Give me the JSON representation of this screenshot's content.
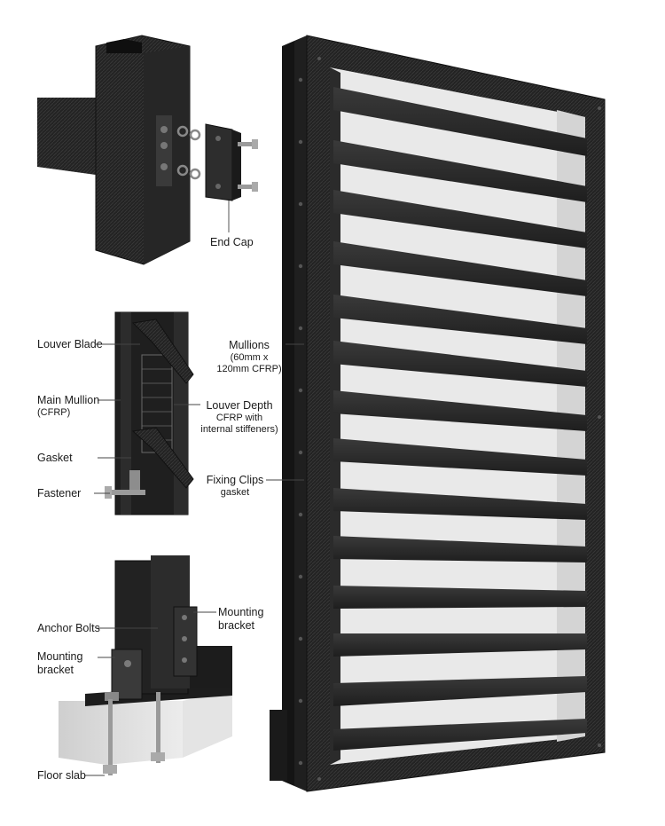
{
  "labels": {
    "end_cap": "End Cap",
    "louver_blade": "Louver Blade",
    "main_mullion": "Main Mullion",
    "main_mullion_sub": "(CFRP)",
    "gasket": "Gasket",
    "fastener": "Fastener",
    "mullions": "Mullions",
    "mullions_sub1": "(60mm x",
    "mullions_sub2": "120mm CFRP)",
    "louver_depth": "Louver Depth",
    "louver_depth_sub1": "CFRP with",
    "louver_depth_sub2": "internal stiffeners)",
    "fixing_clips": "Fixing Clips",
    "fixing_clips_sub": "gasket",
    "anchor_bolts": "Anchor Bolts",
    "mounting_bracket_right": "Mounting",
    "mounting_bracket_right_sub": "bracket",
    "mounting_bracket_left": "Mounting",
    "mounting_bracket_left_sub": "bracket",
    "floor_slab": "Floor slab"
  },
  "colors": {
    "frame": "#1c1c1c",
    "blade": "#2a2a2a",
    "slab": "#d9d9d9",
    "leader": "#444444"
  }
}
